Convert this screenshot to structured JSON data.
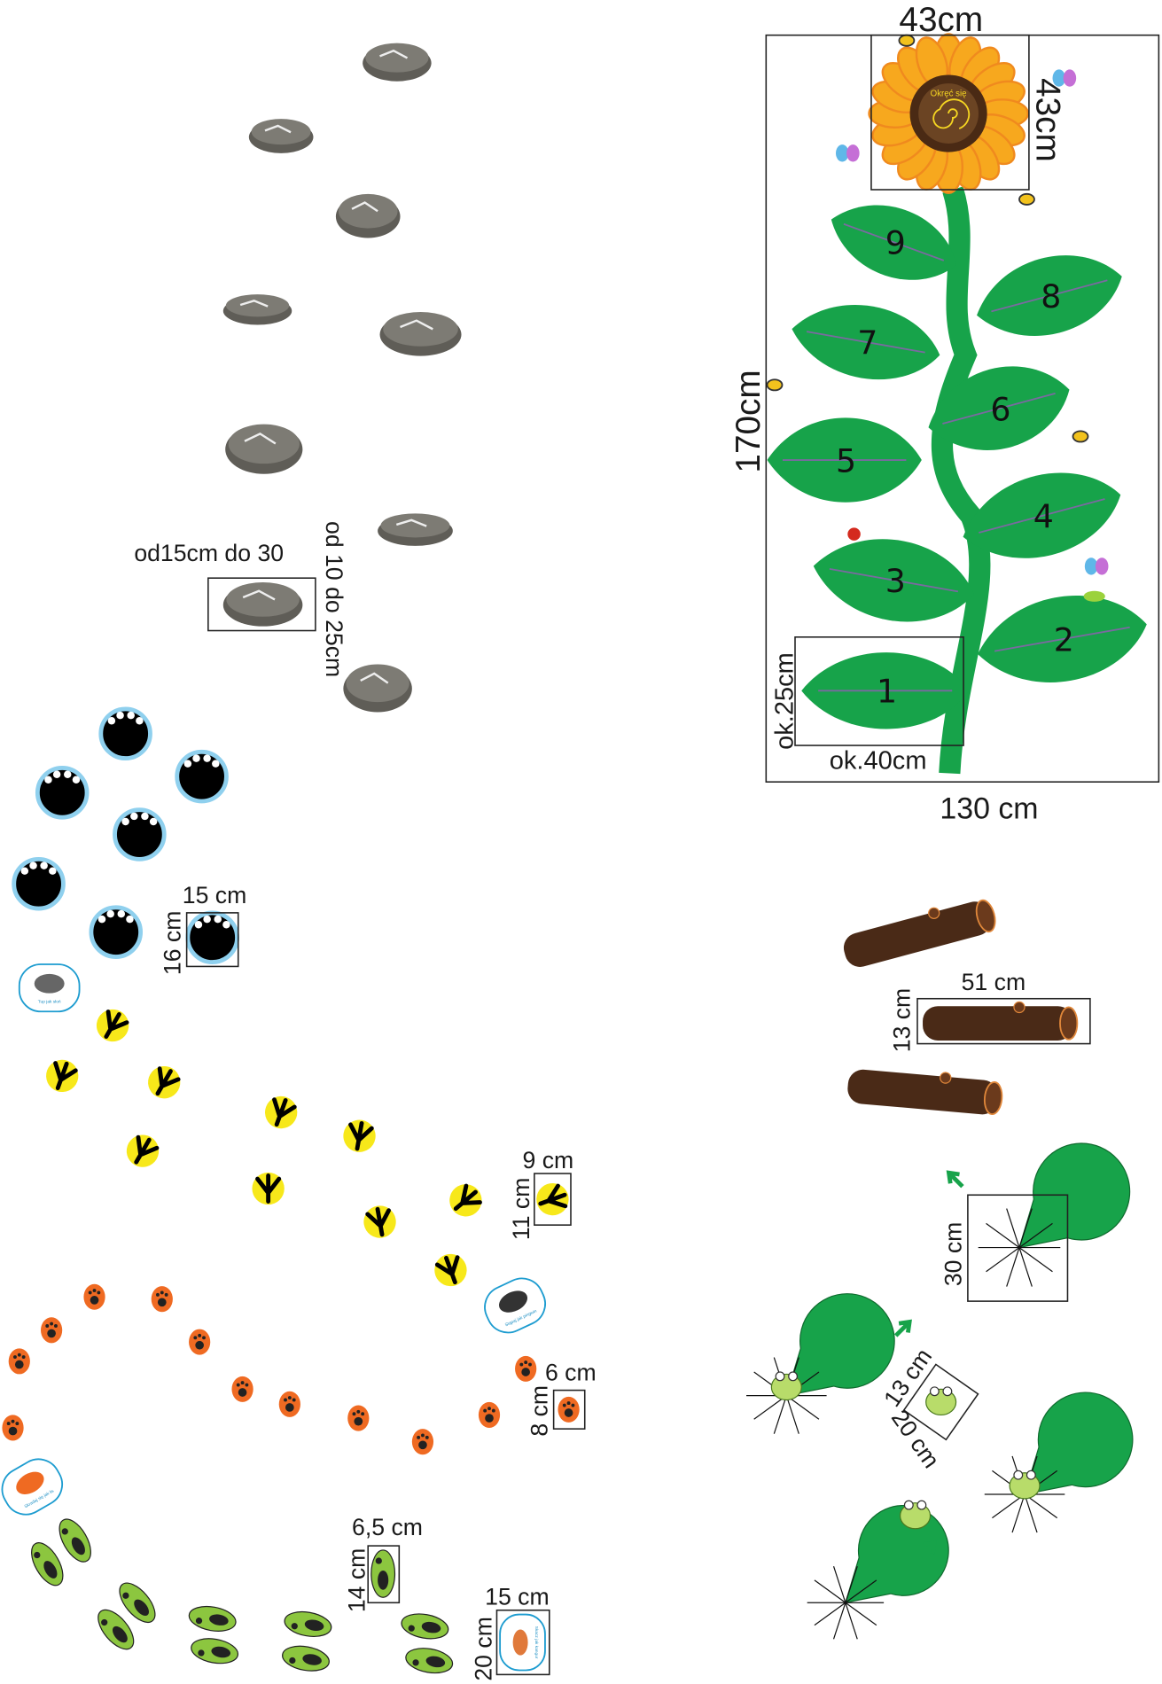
{
  "stones": {
    "width_label": "od15cm do 30",
    "height_label": "od 10 do 25cm"
  },
  "elephant_tracks": {
    "width_label": "15 cm",
    "height_label": "16 cm",
    "badge_text": "Tup jak słoń"
  },
  "bird_tracks": {
    "width_label": "9 cm",
    "height_label": "11 cm",
    "badge_text": "Stąpaj jak pingwin"
  },
  "fox_tracks": {
    "width_label": "6 cm",
    "height_label": "8 cm",
    "badge_text": "Skradaj się jak lis"
  },
  "kangaroo_tracks": {
    "width_label": "6,5 cm",
    "height_label": "14 cm"
  },
  "kangaroo_badge": {
    "width_label": "15 cm",
    "height_label": "20 cm",
    "badge_text": "Skacz jak kangur"
  },
  "sunflower": {
    "width_label": "43cm",
    "height_label": "43cm",
    "center_text": "Okręć się"
  },
  "growth_chart": {
    "height_label": "170cm",
    "width_label": "130 cm",
    "leaf_height_label": "ok.25cm",
    "leaf_width_label": "ok.40cm",
    "leaf_numbers": [
      "1",
      "2",
      "3",
      "4",
      "5",
      "6",
      "7",
      "8",
      "9"
    ]
  },
  "logs": {
    "width_label": "51 cm",
    "height_label": "13 cm"
  },
  "lily_pad": {
    "height_label": "30 cm"
  },
  "frog": {
    "width_label": "13 cm",
    "height_label": "20 cm"
  },
  "colors": {
    "leaf": "#17a34a",
    "stone": "#7d7b74",
    "paw_outline": "#8fd0ee",
    "bird": "#f7e81a",
    "fox": "#ef6a22",
    "kangaroo": "#8cc63f",
    "log": "#4a2a17",
    "petal": "#f7a81e"
  }
}
